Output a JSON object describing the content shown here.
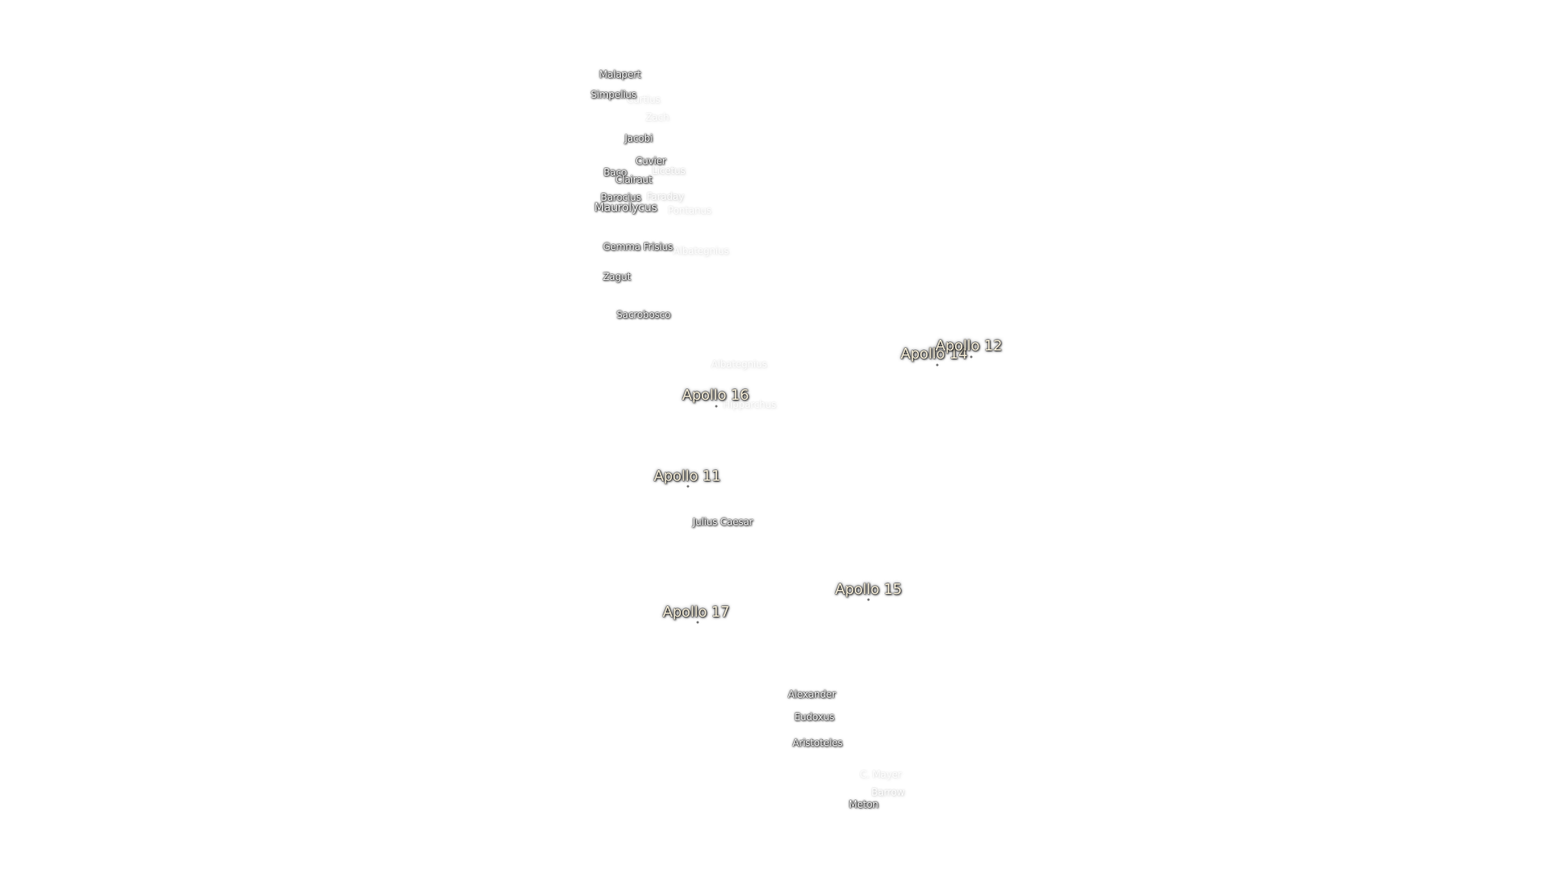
{
  "map": {
    "apollo_sites": [
      {
        "id": "apollo-11",
        "label": "Apollo 11"
      },
      {
        "id": "apollo-12",
        "label": "Apollo 12"
      },
      {
        "id": "apollo-14",
        "label": "Apollo 14"
      },
      {
        "id": "apollo-15",
        "label": "Apollo 15"
      },
      {
        "id": "apollo-16",
        "label": "Apollo 16"
      },
      {
        "id": "apollo-17",
        "label": "Apollo 17"
      }
    ],
    "craters": [
      {
        "id": "malapert",
        "label": "Malapert"
      },
      {
        "id": "simpelius",
        "label": "Simpelius"
      },
      {
        "id": "curtius",
        "label": "Curtius"
      },
      {
        "id": "zach",
        "label": "Zach"
      },
      {
        "id": "jacobi",
        "label": "Jacobi"
      },
      {
        "id": "cuvier",
        "label": "Cuvier"
      },
      {
        "id": "licetus",
        "label": "Licetus"
      },
      {
        "id": "baco",
        "label": "Baco"
      },
      {
        "id": "clairaut",
        "label": "Clairaut"
      },
      {
        "id": "barocius",
        "label": "Barocius"
      },
      {
        "id": "faraday",
        "label": "Faraday"
      },
      {
        "id": "maurolycus",
        "label": "Maurolycus"
      },
      {
        "id": "pontanus",
        "label": "Pontanus"
      },
      {
        "id": "gemma-frisius",
        "label": "Gemma Frisius"
      },
      {
        "id": "albategnius-faint",
        "label": "Albategnius"
      },
      {
        "id": "zagut",
        "label": "Zagut"
      },
      {
        "id": "sacrobosco",
        "label": "Sacrobosco"
      },
      {
        "id": "albategnius",
        "label": "Albategnius"
      },
      {
        "id": "hipparchus",
        "label": "Hipparchus"
      },
      {
        "id": "julius-caesar",
        "label": "Julius Caesar"
      },
      {
        "id": "alexander",
        "label": "Alexander"
      },
      {
        "id": "eudoxus",
        "label": "Eudoxus"
      },
      {
        "id": "aristoteles",
        "label": "Aristoteles"
      },
      {
        "id": "christian-mayer",
        "label": "C. Mayer"
      },
      {
        "id": "barrow",
        "label": "Barrow"
      },
      {
        "id": "meton",
        "label": "Meton"
      }
    ]
  }
}
